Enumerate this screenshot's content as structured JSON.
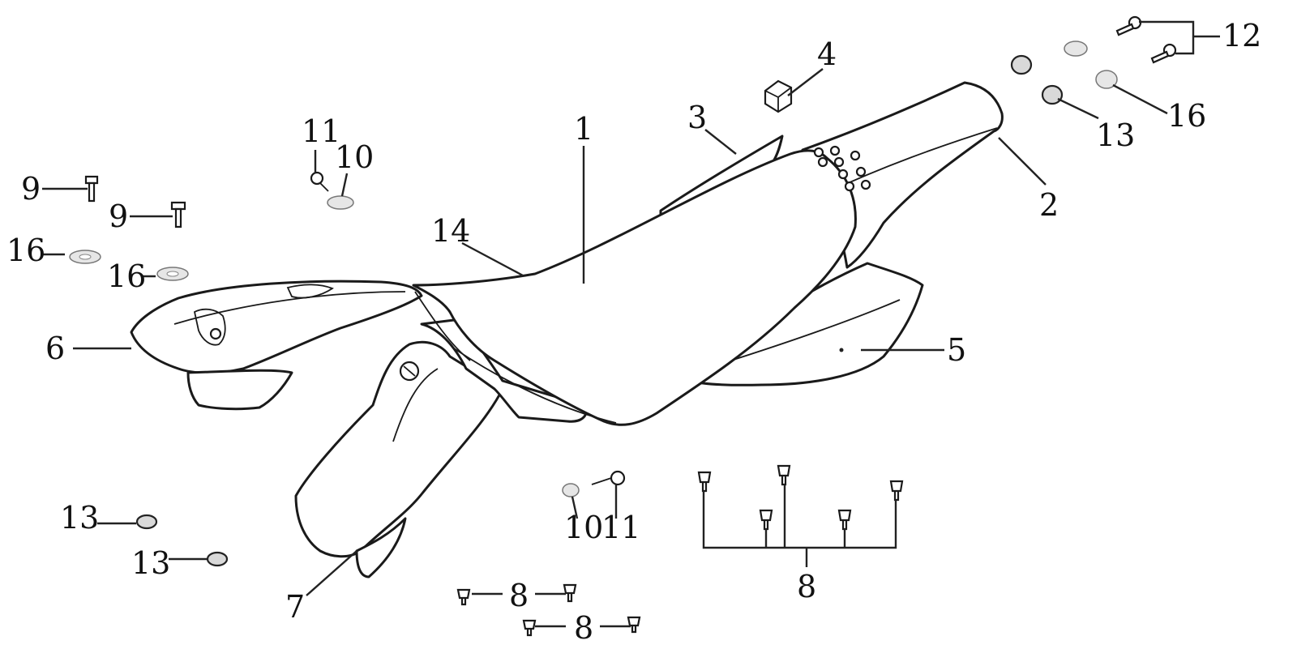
{
  "callouts": {
    "c1": "1",
    "c2": "2",
    "c3": "3",
    "c4": "4",
    "c5": "5",
    "c6": "6",
    "c7": "7",
    "c8a": "8",
    "c8b": "8",
    "c8c": "8",
    "c9a": "9",
    "c9b": "9",
    "c10a": "10",
    "c10b": "10",
    "c11a": "11",
    "c11b": "11",
    "c12": "12",
    "c13a": "13",
    "c13b": "13",
    "c13c": "13",
    "c14": "14",
    "c16a": "16",
    "c16b": "16",
    "c16c": "16"
  }
}
